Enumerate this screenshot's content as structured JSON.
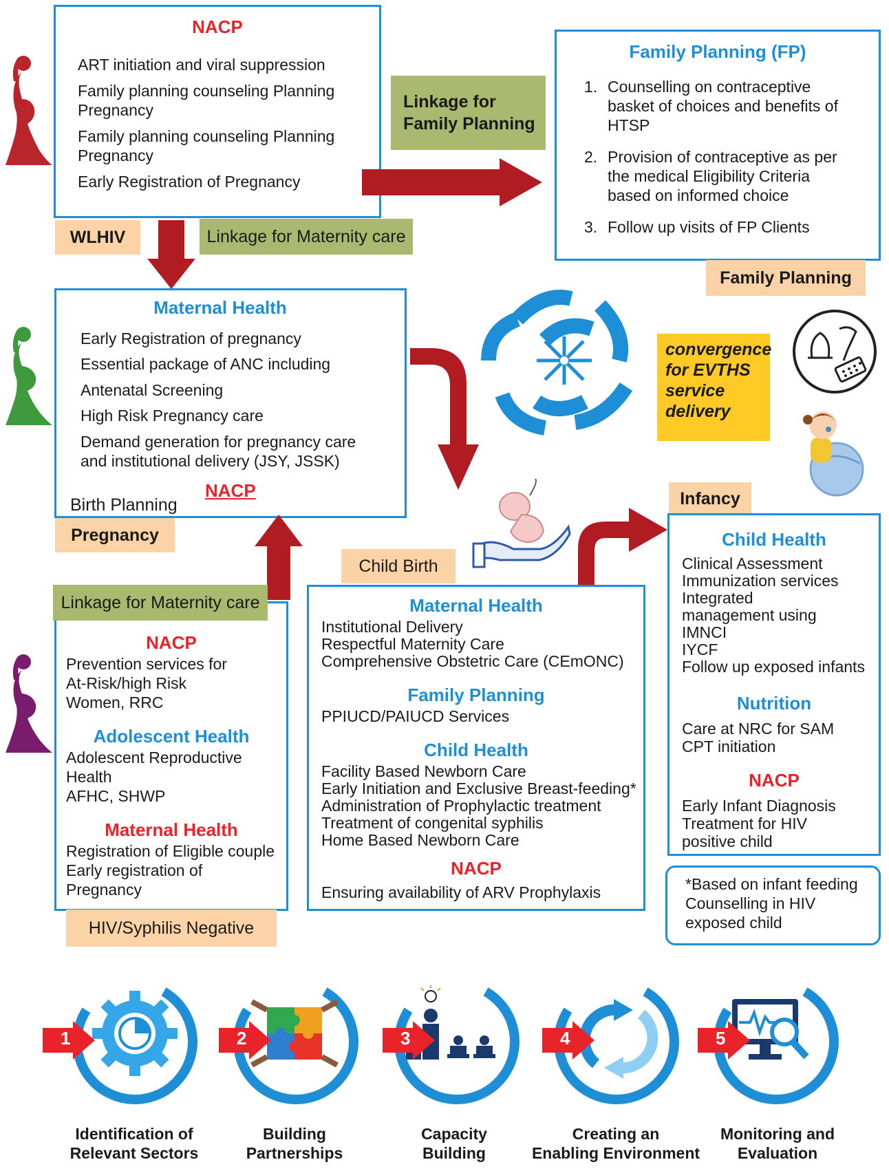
{
  "nacp_top": {
    "heading": "NACP",
    "lines": [
      "ART initiation and viral suppression",
      "Family planning counseling Planning",
      "Pregnancy",
      "Family planning counseling Planning",
      "Pregnancy",
      "Early Registration of Pregnancy"
    ]
  },
  "linkage_fp": {
    "line1": "Linkage for",
    "line2": "Family Planning"
  },
  "family_planning_box": {
    "heading": "Family Planning (FP)",
    "items": [
      {
        "num": "1.",
        "lines": [
          "Counselling on contraceptive",
          "basket of choices and benefits of",
          "HTSP"
        ]
      },
      {
        "num": "2.",
        "lines": [
          "Provision of contraceptive as per",
          "the medical Eligibility Criteria",
          "based on informed choice"
        ]
      },
      {
        "num": "3.",
        "lines": [
          "Follow up visits of FP Clients"
        ]
      }
    ]
  },
  "tags": {
    "wlhiv": "WLHIV",
    "linkage_maternity_top": "Linkage for Maternity care",
    "family_planning": "Family Planning",
    "pregnancy": "Pregnancy",
    "child_birth": "Child Birth",
    "infancy": "Infancy",
    "linkage_maternity_bottom": "Linkage for Maternity care",
    "hiv_negative": "HIV/Syphilis Negative"
  },
  "maternal_health_box": {
    "heading": "Maternal Health",
    "lines": [
      "Early Registration of pregnancy",
      "Essential package of ANC including",
      "Antenatal Screening",
      "High Risk Pregnancy care",
      "Demand generation for pregnancy care",
      "and institutional delivery (JSY, JSSK)"
    ],
    "nacp_link": "NACP",
    "birth_planning": "Birth Planning"
  },
  "convergence": {
    "line1": "convergence",
    "line2": "for EVTHS",
    "line3": "service",
    "line4": "delivery"
  },
  "child_birth_box": {
    "mh_heading": "Maternal Health",
    "mh_lines": [
      "Institutional Delivery",
      "Respectful  Maternity Care",
      "Comprehensive Obstetric Care (CEmONC)"
    ],
    "fp_heading": "Family Planning",
    "fp_lines": [
      "PPIUCD/PAIUCD Services"
    ],
    "ch_heading": "Child Health",
    "ch_lines": [
      "Facility Based Newborn Care",
      "Early Initiation and Exclusive Breast-feeding*",
      "Administration of Prophylactic treatment",
      "Treatment of congenital syphilis",
      "Home Based Newborn Care"
    ],
    "nacp_heading": "NACP",
    "nacp_lines": [
      "Ensuring availability of ARV Prophylaxis"
    ]
  },
  "left_bottom_box": {
    "nacp_heading": "NACP",
    "nacp_lines": [
      "Prevention services for",
      "At-Risk/high Risk",
      "Women, RRC"
    ],
    "ah_heading": "Adolescent Health",
    "ah_lines": [
      "Adolescent Reproductive",
      "Health",
      "AFHC, SHWP"
    ],
    "mh_heading": "Maternal Health",
    "mh_lines": [
      "Registration of Eligible couple",
      "Early registration of",
      "Pregnancy"
    ]
  },
  "child_health_box": {
    "ch_heading": "Child Health",
    "ch_lines": [
      "Clinical Assessment",
      "Immunization services",
      "Integrated",
      "management using",
      "IMNCI",
      "IYCF",
      "Follow up exposed infants"
    ],
    "nut_heading": "Nutrition",
    "nut_lines": [
      "Care at NRC for SAM",
      "CPT initiation"
    ],
    "nacp_heading": "NACP",
    "nacp_lines": [
      "Early Infant Diagnosis",
      "Treatment for HIV",
      "positive child"
    ]
  },
  "footnote": {
    "lines": [
      "*Based on infant feeding",
      "Counselling in HIV",
      "exposed child"
    ]
  },
  "steps": [
    {
      "num": "1",
      "line1": "Identification of",
      "line2": "Relevant Sectors"
    },
    {
      "num": "2",
      "line1": "Building",
      "line2": "Partnerships"
    },
    {
      "num": "3",
      "line1": "Capacity",
      "line2": "Building"
    },
    {
      "num": "4",
      "line1": "Creating an",
      "line2": "Enabling Environment"
    },
    {
      "num": "5",
      "line1": "Monitoring and",
      "line2": "Evaluation"
    }
  ],
  "colors": {
    "blue": "#1e8fd6",
    "red": "#e8232a",
    "dark_red_arrow": "#b01c22",
    "tag_orange": "#fbd3a6",
    "tag_green": "#a9b96f",
    "convergence_yellow": "#ffc926"
  }
}
